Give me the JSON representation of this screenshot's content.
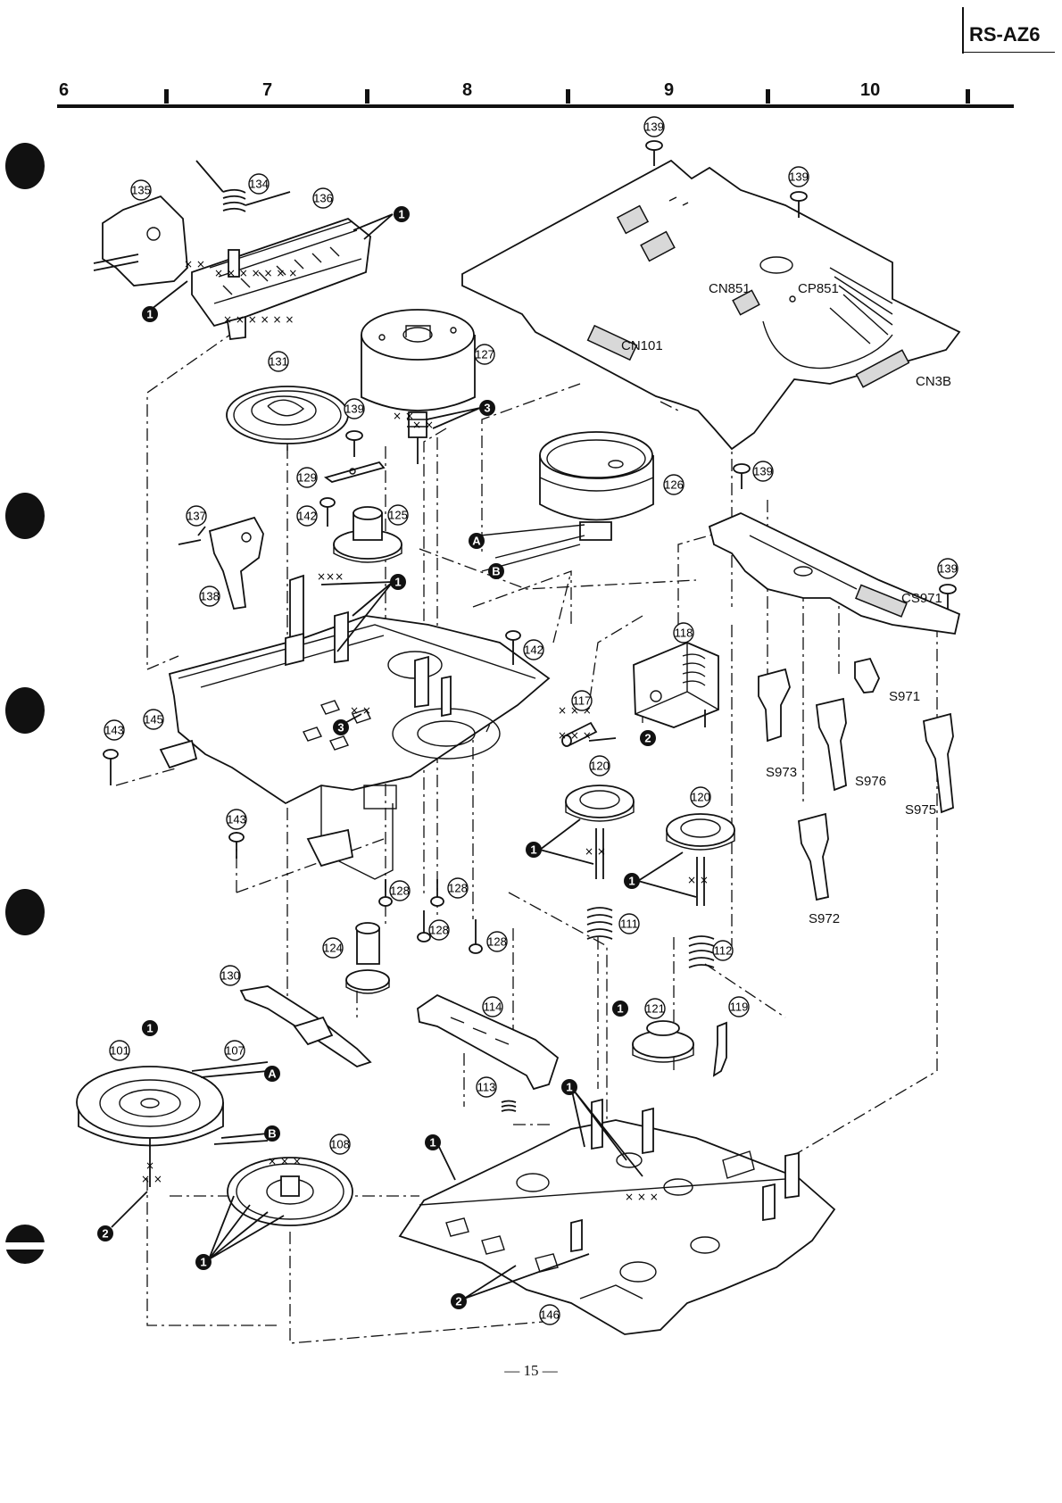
{
  "model": "RS-AZ6",
  "zones": [
    "6",
    "7",
    "8",
    "9",
    "10"
  ],
  "page_number": "— 15 —",
  "callouts": {
    "c101": "101",
    "c107": "107",
    "c108": "108",
    "c111": "111",
    "c112": "112",
    "c113": "113",
    "c114": "114",
    "c117": "117",
    "c118": "118",
    "c119": "119",
    "c120a": "120",
    "c120b": "120",
    "c121": "121",
    "c124": "124",
    "c125": "125",
    "c126": "126",
    "c127": "127",
    "c128a": "128",
    "c128b": "128",
    "c128c": "128",
    "c128d": "128",
    "c129": "129",
    "c130": "130",
    "c131": "131",
    "c134": "134",
    "c135": "135",
    "c136": "136",
    "c137": "137",
    "c138": "138",
    "c139a": "139",
    "c139b": "139",
    "c139c": "139",
    "c139d": "139",
    "c139e": "139",
    "c142a": "142",
    "c142b": "142",
    "c143a": "143",
    "c143b": "143",
    "c145": "145",
    "c146": "146"
  },
  "refs": {
    "r1a": "1",
    "r1b": "1",
    "r1c": "1",
    "r1d": "1",
    "r1e": "1",
    "r1f": "1",
    "r1g": "1",
    "r1h": "1",
    "r1i": "1",
    "r1j": "1",
    "r2a": "2",
    "r2b": "2",
    "r2c": "2",
    "r3a": "3",
    "r3b": "3",
    "rAa": "A",
    "rAb": "A",
    "rBa": "B",
    "rBb": "B"
  },
  "labels": {
    "cn851": "CN851",
    "cp851": "CP851",
    "cn101": "CN101",
    "cn3b": "CN3B",
    "cs971": "CS971",
    "s971": "S971",
    "s972": "S972",
    "s973": "S973",
    "s975": "S975",
    "s976": "S976"
  }
}
